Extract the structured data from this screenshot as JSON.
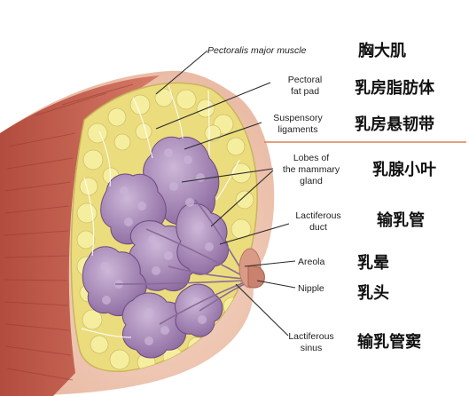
{
  "labels": [
    {
      "id": "pectoralis",
      "en": [
        "Pectoralis major muscle"
      ],
      "zh": "胸大肌"
    },
    {
      "id": "fat-pad",
      "en": [
        "Pectoral",
        "fat pad"
      ],
      "zh": "乳房脂肪体"
    },
    {
      "id": "suspensory",
      "en": [
        "Suspensory",
        "ligaments"
      ],
      "zh": "乳房悬韧带"
    },
    {
      "id": "lobes",
      "en": [
        "Lobes of",
        "the mammary",
        "gland"
      ],
      "zh": "乳腺小叶"
    },
    {
      "id": "duct",
      "en": [
        "Lactiferous",
        "duct"
      ],
      "zh": "输乳管"
    },
    {
      "id": "areola",
      "en": [
        "Areola"
      ],
      "zh": "乳晕"
    },
    {
      "id": "nipple",
      "en": [
        "Nipple"
      ],
      "zh": "乳头"
    },
    {
      "id": "sinus",
      "en": [
        "Lactiferous",
        "sinus"
      ],
      "zh": "输乳管窦"
    }
  ],
  "colors": {
    "muscle": "#c9604f",
    "skin": "#f3d2bf",
    "fat": "#efe38c",
    "fat_cell": "#f3eb9e",
    "lobe": "#9f7fb0",
    "lobe_light": "#c7b1d3",
    "divider": "#e0805a",
    "leader": "#2a2a2a"
  }
}
